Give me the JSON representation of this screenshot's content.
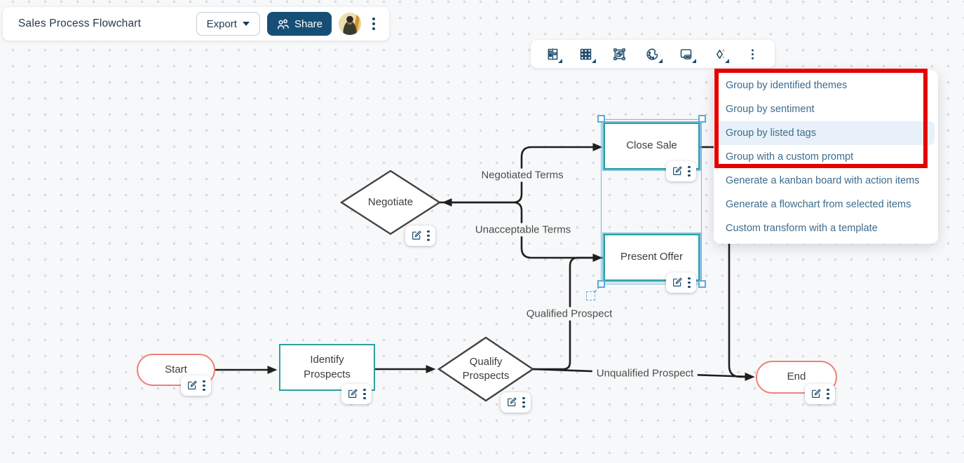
{
  "header": {
    "title": "Sales Process Flowchart",
    "export_button": "Export",
    "share_button": "Share"
  },
  "toolbar": {
    "icons": [
      {
        "name": "split-merge-icon",
        "dropdown": true
      },
      {
        "name": "grid-layout-icon",
        "dropdown": true
      },
      {
        "name": "frame-select-icon",
        "dropdown": false
      },
      {
        "name": "theme-palette-icon",
        "dropdown": true
      },
      {
        "name": "presenter-view-icon",
        "dropdown": true
      },
      {
        "name": "ai-sparkle-icon",
        "dropdown": true
      },
      {
        "name": "more-options-icon",
        "dropdown": false
      }
    ]
  },
  "ai_menu": {
    "items": [
      {
        "label": "Group by identified themes",
        "highlighted": false
      },
      {
        "label": "Group by sentiment",
        "highlighted": false
      },
      {
        "label": "Group by listed tags",
        "highlighted": true
      },
      {
        "label": "Group with a custom prompt",
        "highlighted": false
      },
      {
        "label": "Generate a kanban board with action items",
        "highlighted": false
      },
      {
        "label": "Generate a flowchart from selected items",
        "highlighted": false
      },
      {
        "label": "Custom transform with a template",
        "highlighted": false
      }
    ],
    "annotation": "red-highlight-box around first four items"
  },
  "flowchart": {
    "nodes": [
      {
        "id": "start",
        "label": "Start",
        "shape": "stadium"
      },
      {
        "id": "identify-prospects",
        "label": "Identify Prospects",
        "shape": "rect"
      },
      {
        "id": "qualify-prospects",
        "label": "Qualify Prospects",
        "shape": "diamond"
      },
      {
        "id": "negotiate",
        "label": "Negotiate",
        "shape": "diamond"
      },
      {
        "id": "close-sale",
        "label": "Close Sale",
        "shape": "rect",
        "selected": true
      },
      {
        "id": "present-offer",
        "label": "Present Offer",
        "shape": "rect",
        "selected": true
      },
      {
        "id": "end",
        "label": "End",
        "shape": "stadium"
      }
    ],
    "edge_labels": [
      "Negotiated Terms",
      "Unacceptable Terms",
      "Qualified Prospect",
      "Unqualified Prospect"
    ]
  },
  "colors": {
    "navy": "#1d4a68",
    "share_button_bg": "#164f75",
    "teal_node": "#2ba19e",
    "salmon_node": "#f08078",
    "selection_blue": "#5aabde",
    "menu_text": "#3d6b8c",
    "menu_hover_bg": "#e8f1f9",
    "annotation_red": "#e60000",
    "edge_black": "#1f1f1f",
    "canvas_bg": "#f7f8f9",
    "ai_sparkle_accent": "#f0948b"
  }
}
